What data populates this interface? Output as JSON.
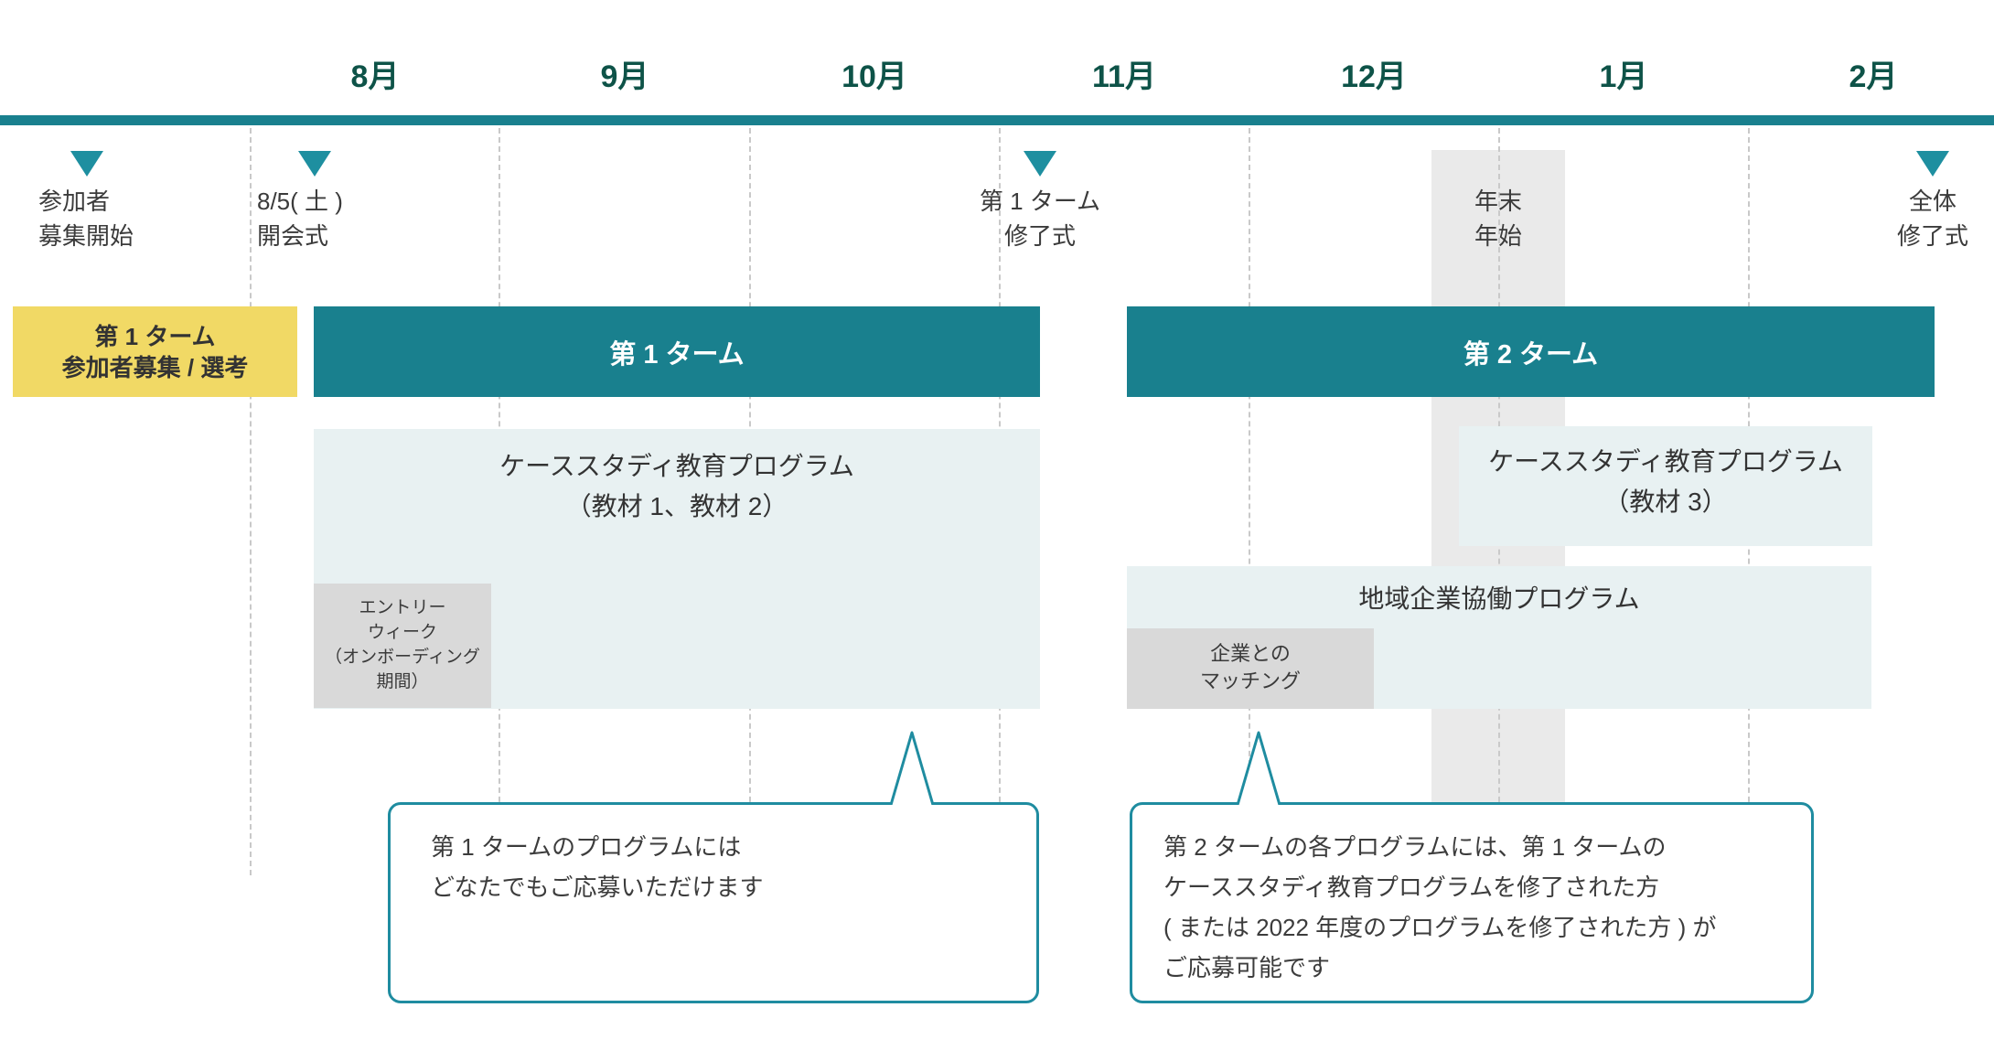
{
  "palette": {
    "teal_bar": "#19808e",
    "teal_triangle": "#1e8fa0",
    "callout_border": "#1f8ca0",
    "month_text": "#0e5348",
    "yellow_box": "#f1d965",
    "light_program_box": "#e8f1f2",
    "gray_box": "#d9d9d9",
    "year_end_column": "#eaeaea",
    "gridline": "#c9c9c9",
    "body_text": "#3b3b3b"
  },
  "months": [
    {
      "label": "8月"
    },
    {
      "label": "9月"
    },
    {
      "label": "10月"
    },
    {
      "label": "11月"
    },
    {
      "label": "12月"
    },
    {
      "label": "1月"
    },
    {
      "label": "2月"
    }
  ],
  "markers": {
    "recruit_start": {
      "line1": "参加者",
      "line2": "募集開始"
    },
    "opening": {
      "line1": "8/5( 土 )",
      "line2": "開会式"
    },
    "term1_end": {
      "line1": "第 1 ターム",
      "line2": "修了式"
    },
    "year_end": {
      "line1": "年末",
      "line2": "年始"
    },
    "overall_end": {
      "line1": "全体",
      "line2": "修了式"
    }
  },
  "bars": {
    "recruit_box": {
      "line1": "第 1 ターム",
      "line2": "参加者募集 / 選考"
    },
    "term1_label": "第 1 ターム",
    "term2_label": "第 2 ターム"
  },
  "programs": {
    "case_study_term1": {
      "line1": "ケーススタディ教育プログラム",
      "line2": "（教材 1、教材 2）"
    },
    "case_study_term2": {
      "line1": "ケーススタディ教育プログラム",
      "line2": "（教材 3）"
    },
    "regional_label": "地域企業協働プログラム",
    "entry_week": {
      "line1": "エントリー",
      "line2": "ウィーク",
      "line3": "（オンボーディング",
      "line4": "期間）"
    },
    "matching": {
      "line1": "企業との",
      "line2": "マッチング"
    }
  },
  "callouts": {
    "left": {
      "line1": "第 1 タームのプログラムには",
      "line2": "どなたでもご応募いただけます"
    },
    "right": {
      "line1": "第 2 タームの各プログラムには、第 1 タームの",
      "line2": "ケーススタディ教育プログラムを修了された方",
      "line3": "( または 2022 年度のプログラムを修了された方 ) が",
      "line4": "ご応募可能です"
    }
  }
}
